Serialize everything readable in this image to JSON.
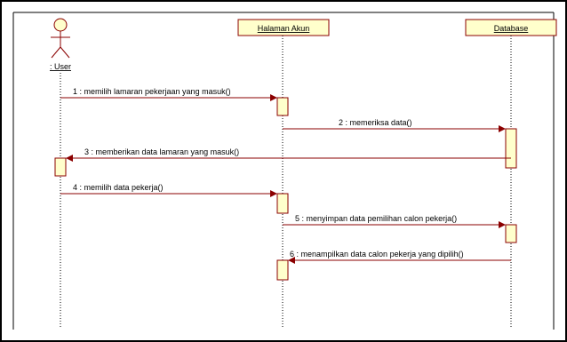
{
  "diagram": {
    "type": "sequence",
    "actor": {
      "name": ": User"
    },
    "objects": [
      {
        "id": "halaman-akun",
        "name": "Halaman Akun"
      },
      {
        "id": "database",
        "name": "Database"
      }
    ],
    "messages": [
      {
        "label": "1 : memilih lamaran pekerjaan yang masuk()",
        "from": "user",
        "to": "halaman-akun"
      },
      {
        "label": "2 : memeriksa data()",
        "from": "halaman-akun",
        "to": "database"
      },
      {
        "label": "3 : memberikan data lamaran yang masuk()",
        "from": "database",
        "to": "user"
      },
      {
        "label": "4 : memilih data pekerja()",
        "from": "user",
        "to": "halaman-akun"
      },
      {
        "label": "5 : menyimpan data pemilihan calon pekerja()",
        "from": "halaman-akun",
        "to": "database"
      },
      {
        "label": "6 : menampilkan data calon pekerja yang dipilih()",
        "from": "database",
        "to": "halaman-akun"
      }
    ],
    "colors": {
      "object_fill": "#ffffcc",
      "message_line": "#8b0000",
      "frame": "#000000"
    }
  }
}
